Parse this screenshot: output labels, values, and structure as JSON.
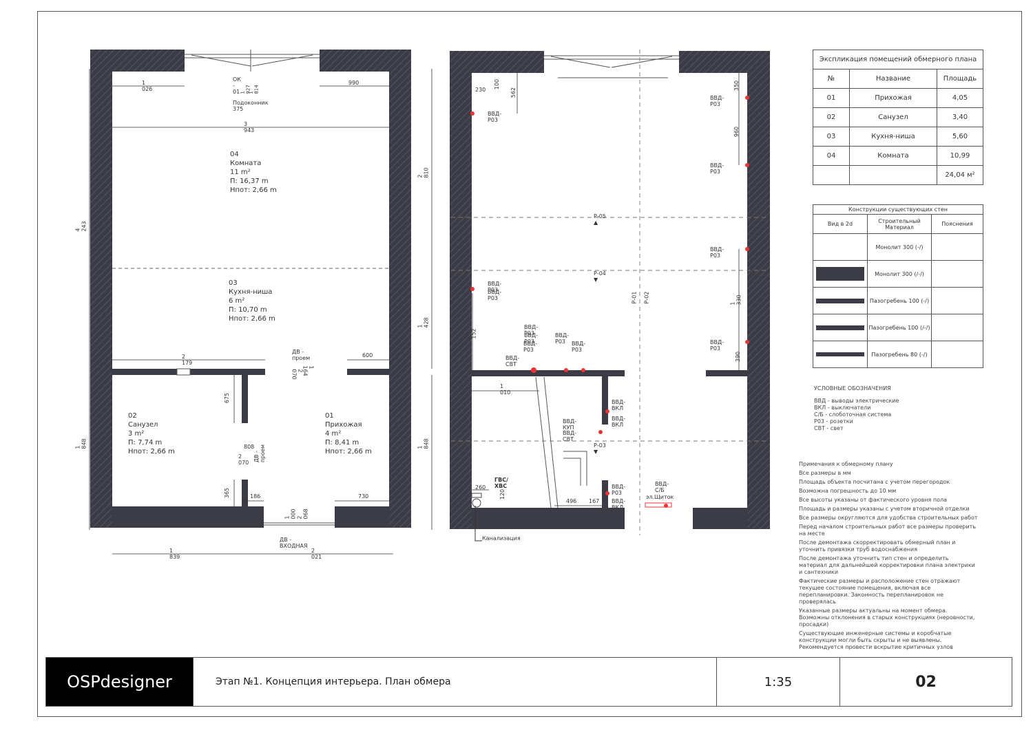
{
  "title_block": {
    "logo": "OSPdesigner",
    "title": "Этап №1. Концепция интерьера. План обмера",
    "scale": "1:35",
    "sheet": "02"
  },
  "plan1": {
    "window": "ОК - 01",
    "window_dims": [
      "1 927",
      "1 814"
    ],
    "sill": "Подоконник 375",
    "dims": {
      "top_left": "1 026",
      "top_right": "990",
      "width_room": "3 943",
      "left_total": "4 243",
      "right_upper": "2 810",
      "right_mid": "1 428",
      "left_lower": "1 848",
      "right_lower": "1 848",
      "mid_wall": "2 179",
      "door_gap": "600",
      "door_h1": "2 070",
      "door_h2": "1 164",
      "small_wall": "675",
      "toilet_door_w": "808",
      "toilet_door_h": "2 070",
      "bottom_365": "365",
      "bottom_186": "186",
      "bottom_730": "730",
      "entry_w": "1 000",
      "entry_h": "2 068",
      "bottom_left": "1 839",
      "bottom_right": "2 021"
    },
    "labels": {
      "door1": "ДВ - проем",
      "door2": "ДВ - проем",
      "entry": "ДВ - ВХОДНАЯ"
    },
    "rooms": [
      {
        "num": "04",
        "name": "Комната",
        "area": "11 m²",
        "perim": "П: 16,37 m",
        "height": "Нпот: 2,66 m"
      },
      {
        "num": "03",
        "name": "Кухня-ниша",
        "area": "6 m²",
        "perim": "П: 10,70 m",
        "height": "Нпот: 2,66 m"
      },
      {
        "num": "02",
        "name": "Санузел",
        "area": "3 m²",
        "perim": "П: 7,74 m",
        "height": "Нпот: 2,66 m"
      },
      {
        "num": "01",
        "name": "Прихожая",
        "area": "4 m²",
        "perim": "П: 8,41 m",
        "height": "Нпот: 2,66 m"
      }
    ]
  },
  "plan2": {
    "dims": {
      "d230": "230",
      "d100": "100",
      "d562": "562",
      "d350": "350",
      "d960": "960",
      "d1330": "1 330",
      "d390": "390",
      "d1152": "1 152",
      "d1010": "1 010",
      "d260": "260",
      "d120": "120",
      "d496": "496",
      "d167": "167"
    },
    "outlet": "ВВД-Р03",
    "light": "ВВД-СВТ",
    "switch": "ВВД-ВКЛ",
    "kup": "ВВД-КУП",
    "slab": "ВВД-С/Б",
    "gvs": "ГВС/ХВС",
    "sewer": "Канализация",
    "panel": "эл.Щиток",
    "sections": [
      "Р-05",
      "Р-04",
      "Р-03",
      "Р-01",
      "Р-02"
    ]
  },
  "explication": {
    "title": "Экспликация помещений обмерного плана",
    "headers": [
      "№",
      "Название",
      "Площадь"
    ],
    "rows": [
      [
        "01",
        "Прихожая",
        "4,05"
      ],
      [
        "02",
        "Санузел",
        "3,40"
      ],
      [
        "03",
        "Кухня-ниша",
        "5,60"
      ],
      [
        "04",
        "Комната",
        "10,99"
      ]
    ],
    "total": "24,04 м²"
  },
  "constructions": {
    "title": "Конструкции существующих стен",
    "headers": [
      "Вид в 2d",
      "Строительный Материал",
      "Пояснения"
    ],
    "rows": [
      "Монолит 300 (-/)",
      "Монолит 300 (/-/)",
      "Пазогребень 100 (-/)",
      "Пазогребень 100 (/-/)",
      "Пазогребень 80 (-/)"
    ]
  },
  "legend": {
    "title": "УСЛОВНЫЕ ОБОЗНАЧЕНИЯ",
    "items": [
      "ВВД - выводы электрические",
      "ВКЛ - выключатели",
      "С/Б - слоботочная система",
      "Р03 - розетки",
      "СВТ - свет"
    ]
  },
  "notes": {
    "title": "Примечания к обмерному плану",
    "items": [
      "Все размеры в мм",
      "Площадь объекта посчитана с учетом перегородок",
      "Возможна погрешность до 10 мм",
      "Все высоты указаны от фактического уровня пола",
      "Площадь и размеры указаны с учетом вторичной отделки",
      "Все размеры округляются для удобства строительных работ",
      "Перед началом строительных работ все размеры проверить на месте",
      "После демонтажа скорректировать обмерный план и уточнить привязки труб водоснабжения",
      "После демонтажа уточнить тип стен и определить материал для дальнейшей корректировки плана электрики и сантехники",
      "Фактические размеры и расположение стен отражают текущее состояние помещения, включая все перепланировки. Законность перепланировок не проверялась",
      "Указанные размеры актуальны на момент обмера. Возможны отклонения в старых конструкциях (неровности, просадки)",
      "Существующие инженерные системы и коробчатые конструкции могли быть скрыты и не выявлены. Рекомендуется провести вскрытие критичных узлов"
    ]
  }
}
